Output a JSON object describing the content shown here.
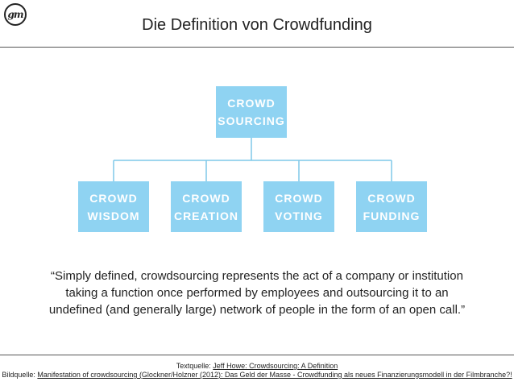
{
  "logo": {
    "text": "gm"
  },
  "title": "Die Definition von Crowdfunding",
  "diagram": {
    "root": {
      "line1": "CROWD",
      "line2": "SOURCING"
    },
    "children": [
      {
        "line1": "CROWD",
        "line2": "WISDOM"
      },
      {
        "line1": "CROWD",
        "line2": "CREATION"
      },
      {
        "line1": "CROWD",
        "line2": "VOTING"
      },
      {
        "line1": "CROWD",
        "line2": "FUNDING"
      }
    ],
    "box_color": "#8fd3f2",
    "connector_color": "#7fc8e8"
  },
  "quote": {
    "line1": "“Simply defined, crowdsourcing represents the act of a company or institution",
    "line2": "taking a function once performed by employees and outsourcing it to an",
    "line3": "undefined (and generally large) network of people in the form of an open call.”"
  },
  "credits": {
    "text_label": "Textquelle: ",
    "text_link": "Jeff Howe: Crowdsourcing: A Definition",
    "image_label": "Bildquelle: ",
    "image_link": "Manifestation of crowdsourcing (Glockner/Holzner (2012): Das Geld der Masse - Crowdfunding als neues Finanzierungsmodell in der Filmbranche?!"
  }
}
